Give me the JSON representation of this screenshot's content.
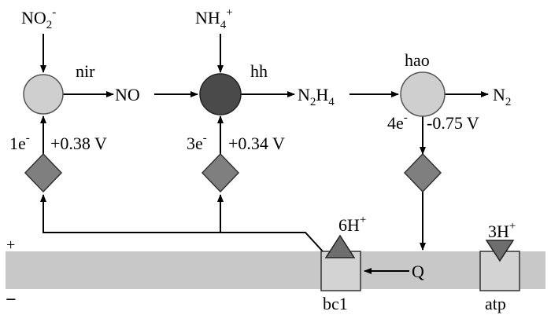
{
  "colors": {
    "membrane": "#c8c8c8",
    "light_node": "#cfcfcf",
    "dark_node": "#4a4a4a",
    "diamond": "#7f7f7f",
    "complex_box": "#d3d3d3",
    "triangle": "#6e6e6e",
    "line": "#000000"
  },
  "labels": {
    "no2": {
      "main": "NO",
      "sub": "2",
      "sup": "-"
    },
    "nh4": {
      "main": "NH",
      "sub": "4",
      "sup": "+"
    },
    "nir": "nir",
    "hh": "hh",
    "hao": "hao",
    "no": "NO",
    "n2h4": {
      "a": "N",
      "a_sub": "2",
      "b": "H",
      "b_sub": "4"
    },
    "n2": {
      "main": "N",
      "sub": "2"
    },
    "e1": {
      "main": "1e",
      "sup": "-"
    },
    "v1": "+0.38 V",
    "e2": {
      "main": "3e",
      "sup": "-"
    },
    "v2": "+0.34 V",
    "e3": {
      "main": "4e",
      "sup": "-"
    },
    "v3": "-0.75 V",
    "h6": {
      "main": "6H",
      "sup": "+"
    },
    "h3": {
      "main": "3H",
      "sup": "+"
    },
    "q": "Q",
    "bc1": "bc1",
    "atp": "atp",
    "plus": "+",
    "minus": "−"
  }
}
